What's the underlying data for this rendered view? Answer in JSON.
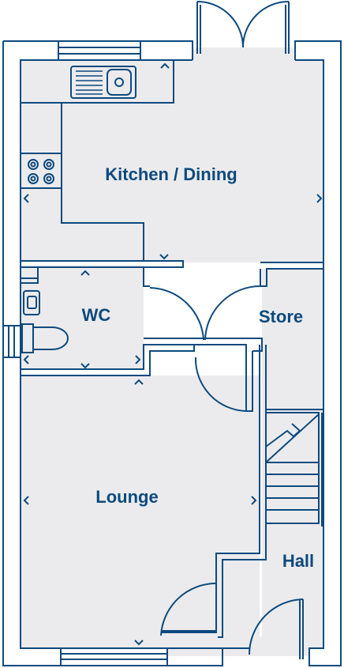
{
  "floorplan": {
    "rooms": {
      "kitchen": "Kitchen / Dining",
      "wc": "WC",
      "store": "Store",
      "lounge": "Lounge",
      "hall": "Hall"
    },
    "colors": {
      "line": "#0d4a7e",
      "floor": "#ebebed",
      "wall": "#ffffff"
    }
  }
}
